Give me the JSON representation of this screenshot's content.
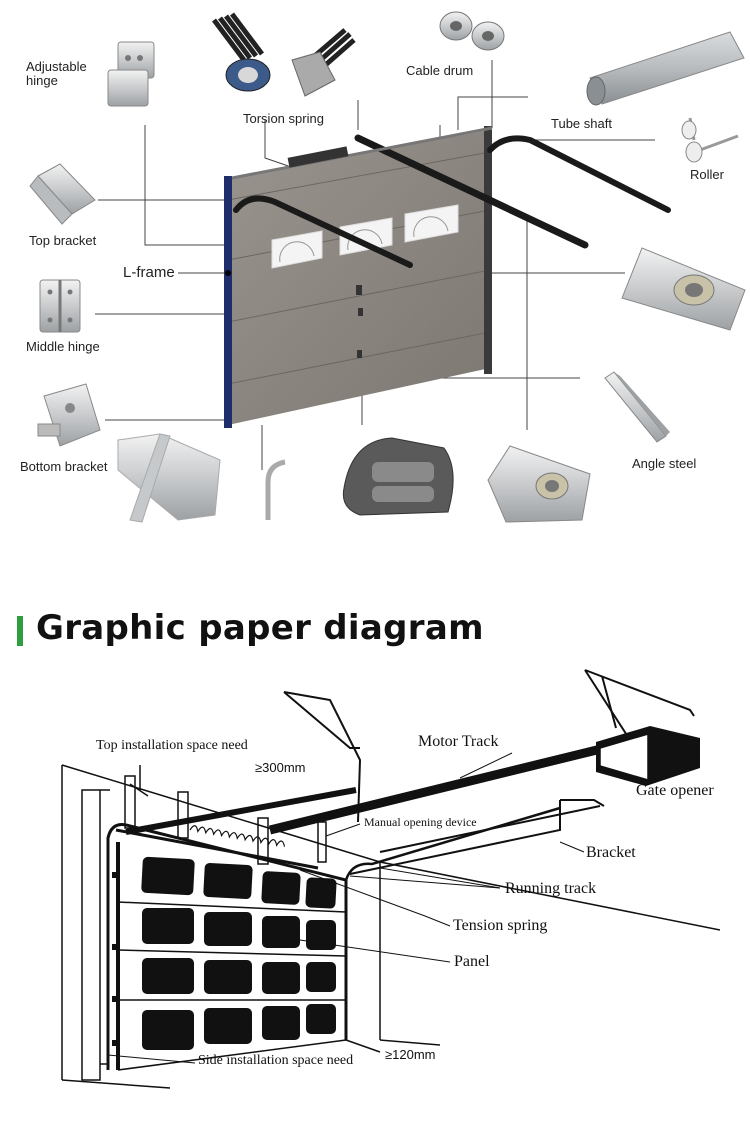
{
  "top_section": {
    "labels": {
      "adjustable_hinge": "Adjustable\nhinge",
      "torsion_spring": "Torsion spring",
      "cable_drum": "Cable drum",
      "tube_shaft": "Tube shaft",
      "roller": "Roller",
      "top_bracket": "Top bracket",
      "l_frame": "L-frame",
      "middle_hinge": "Middle hinge",
      "bottom_bracket": "Bottom bracket",
      "angle_steel": "Angle steel"
    }
  },
  "section": {
    "title": "Graphic paper diagram",
    "accent_color": "#2e9e3e"
  },
  "bottom_section": {
    "labels": {
      "top_installation_space": "Top installation space need",
      "top_dimension": "≥300mm",
      "motor_track": "Motor Track",
      "gate_opener": "Gate opener",
      "manual_opening_device": "Manual opening device",
      "bracket": "Bracket",
      "running_track": "Running track",
      "tension_spring": "Tension spring",
      "panel": "Panel",
      "side_installation_space": "Side installation space need",
      "side_dimension": "≥120mm"
    }
  }
}
